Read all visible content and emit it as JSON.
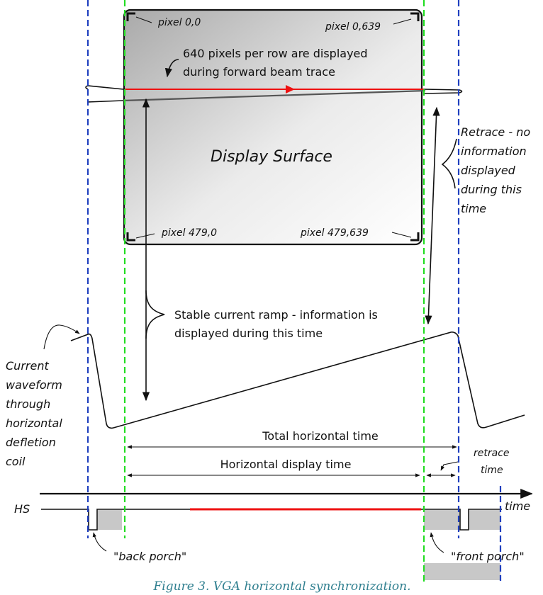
{
  "display": {
    "surface_label": "Display Surface",
    "corner_top_left": "pixel 0,0",
    "corner_top_right": "pixel 0,639",
    "corner_bottom_left": "pixel 479,0",
    "corner_bottom_right": "pixel 479,639"
  },
  "annotations": {
    "forward_trace_line1": "640 pixels per row are displayed",
    "forward_trace_line2": "during forward beam trace",
    "retrace_lines": [
      "Retrace - no",
      "information",
      "displayed",
      "during this",
      "time"
    ],
    "ramp_line1": "Stable current ramp - information is",
    "ramp_line2": "displayed during this time",
    "waveform_lines": [
      "Current",
      "waveform",
      "through",
      "horizontal",
      "defletion",
      "coil"
    ]
  },
  "timing": {
    "total_horizontal": "Total horizontal time",
    "horizontal_display": "Horizontal display time",
    "retrace_line1": "retrace",
    "retrace_line2": "time",
    "time_axis": "time",
    "hs_label": "HS",
    "back_porch": "\"back porch\"",
    "front_porch": "\"front porch\""
  },
  "caption": "Figure 3. VGA horizontal synchronization.",
  "colors": {
    "blue_guides": "#1f3fbf",
    "green_guides": "#22dd22",
    "red_trace": "#ee1111",
    "porch_fill": "#c8c8c8"
  }
}
